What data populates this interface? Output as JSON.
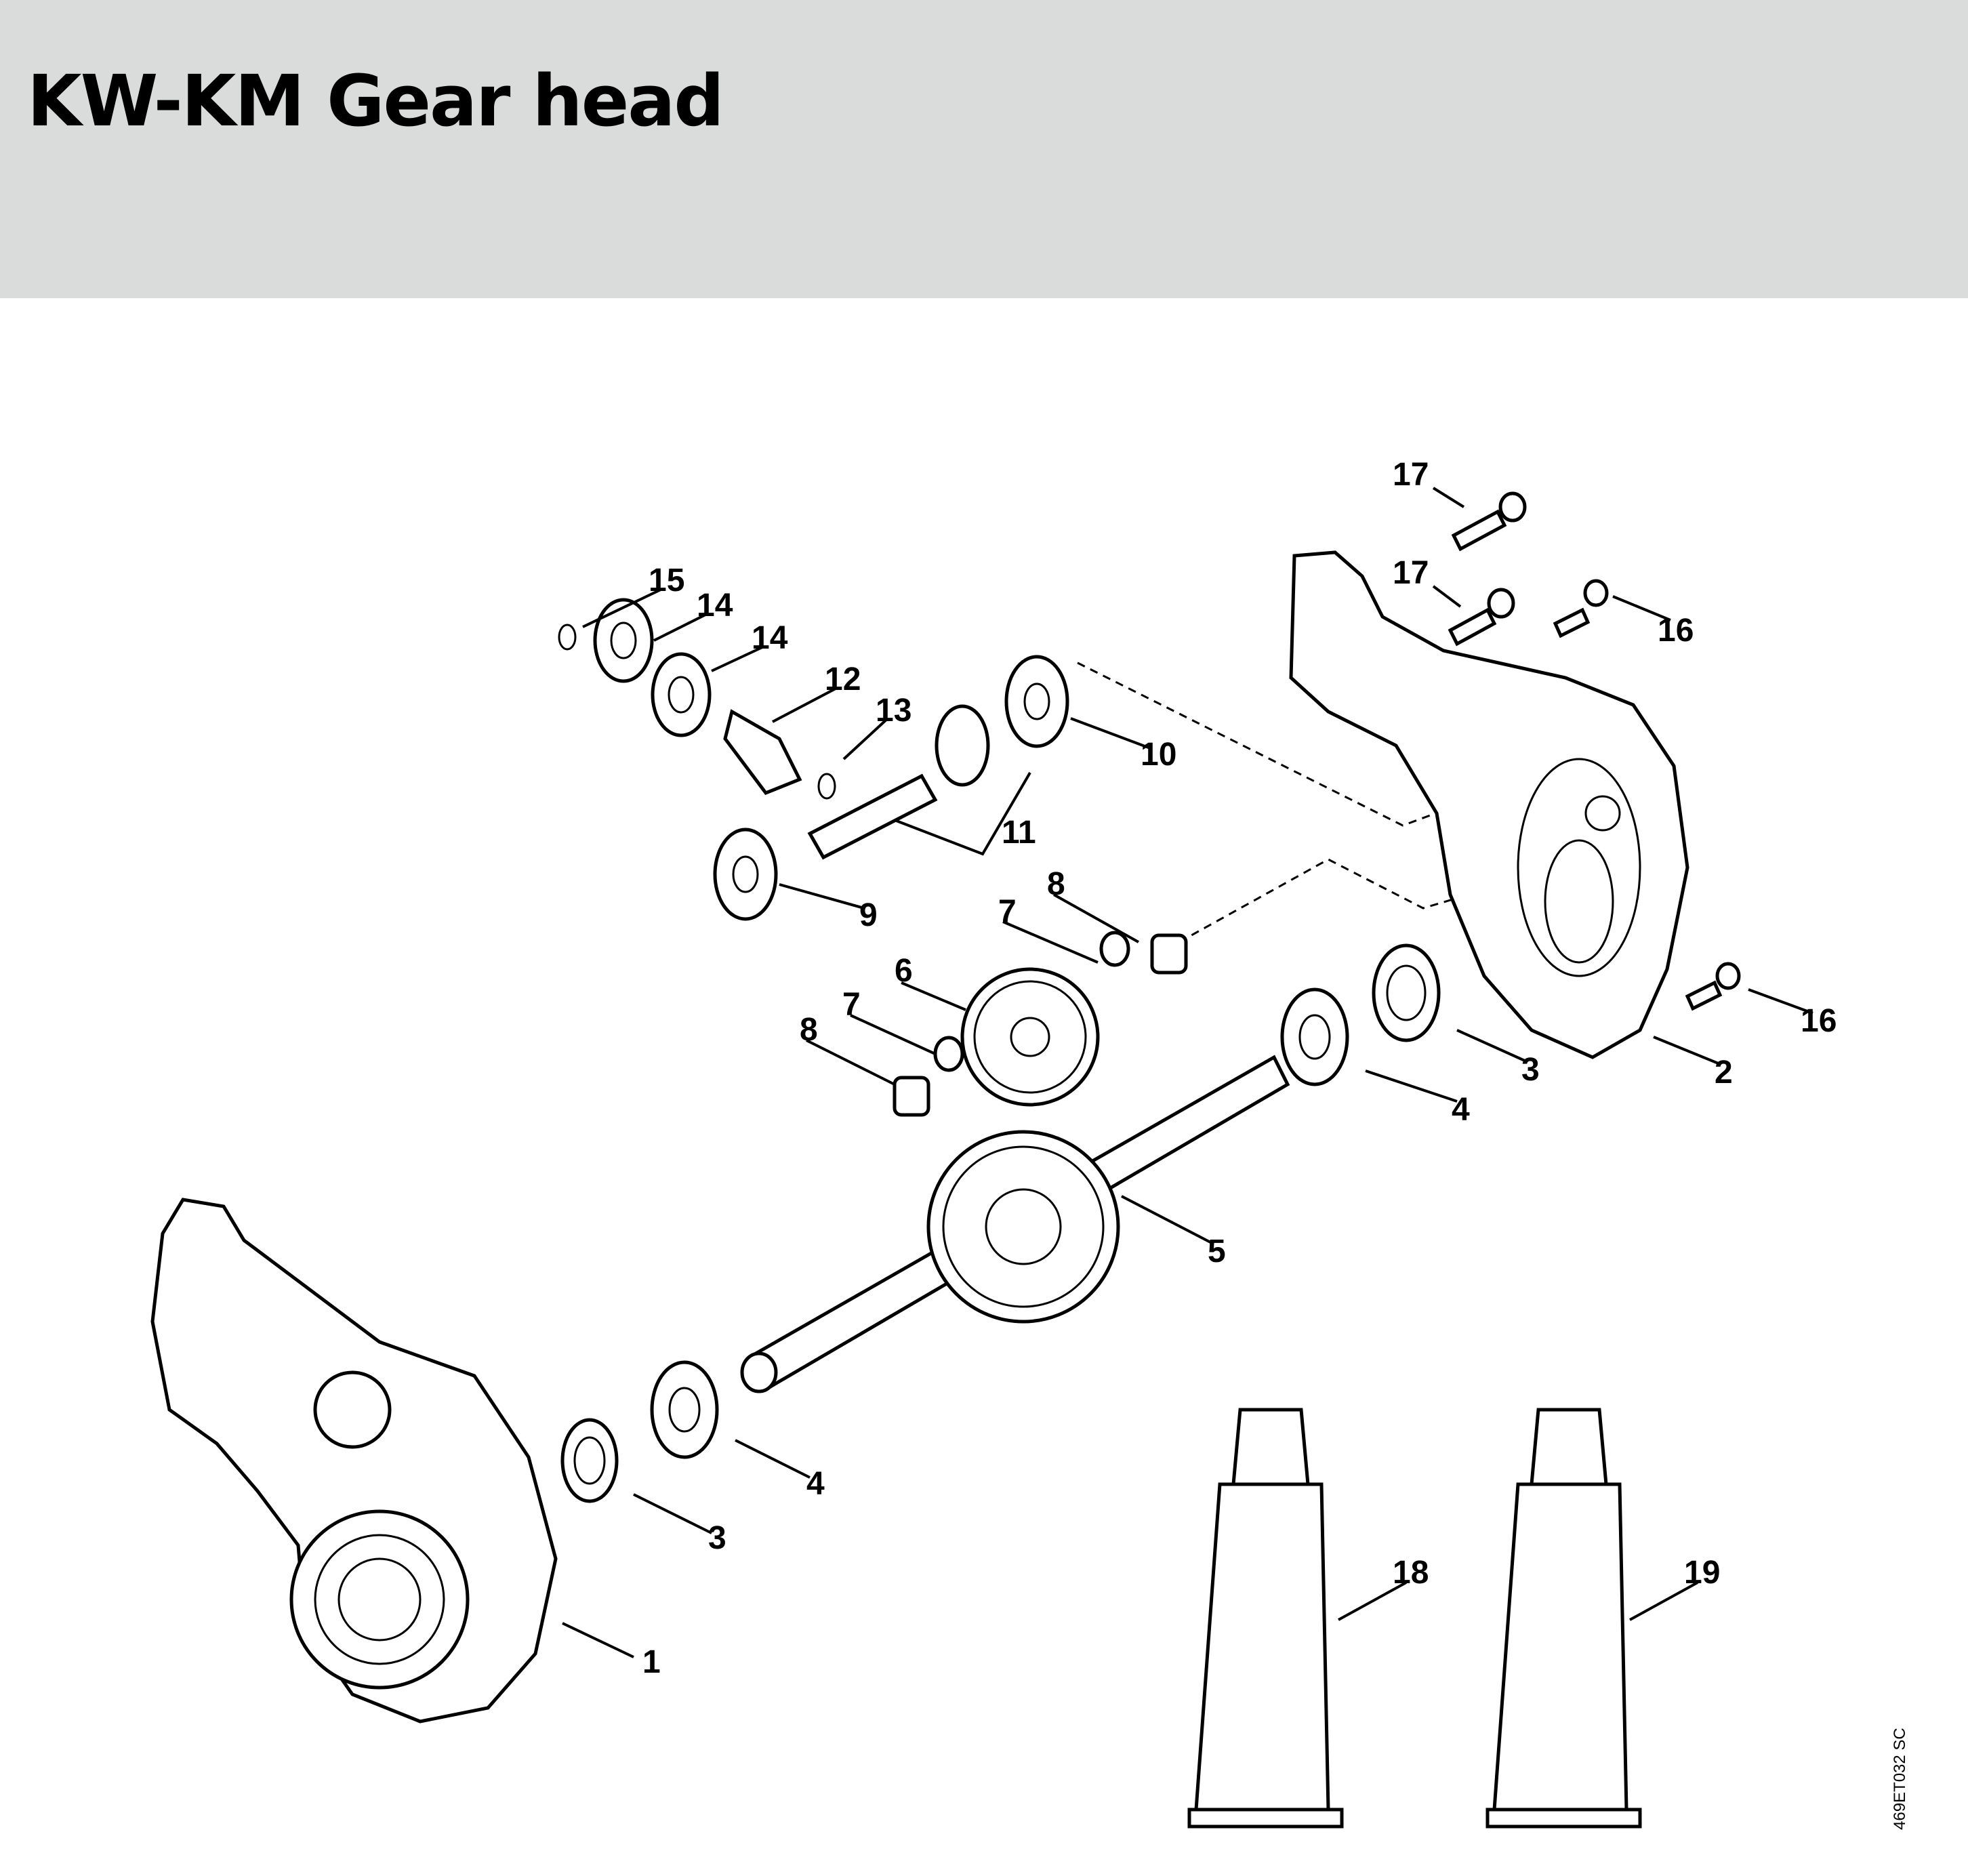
{
  "header": {
    "title": "KW-KM Gear head"
  },
  "diagram": {
    "code": "469ET032 SC",
    "callouts": [
      "1",
      "2",
      "3",
      "3",
      "4",
      "4",
      "5",
      "6",
      "7",
      "7",
      "8",
      "8",
      "9",
      "10",
      "11",
      "12",
      "13",
      "14",
      "14",
      "15",
      "16",
      "16",
      "17",
      "17",
      "18",
      "19"
    ]
  }
}
